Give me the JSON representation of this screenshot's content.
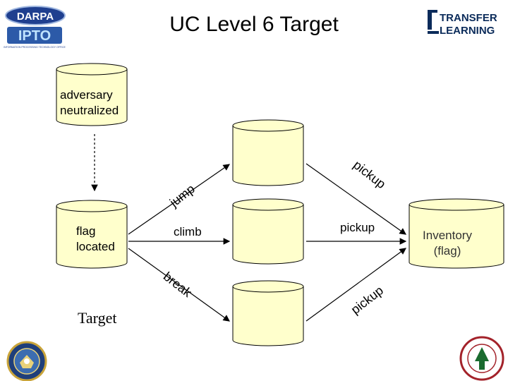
{
  "slide": {
    "title": "UC Level 6 Target",
    "logos": {
      "darpa": "DARPA",
      "ipto": "IPTO",
      "ipto_caption": "INFORMATION PROCESSING TECHNOLOGY OFFICE",
      "transfer_learning": [
        "TRANSFER",
        "LEARNING"
      ]
    }
  },
  "diagram": {
    "nodes": {
      "adversary": "adversary\nneutralized",
      "flag": "flag\nlocated",
      "inventory": "Inventory\n(flag)",
      "target_caption": "Target"
    },
    "edges": {
      "jump": "jump",
      "climb": "climb",
      "break": "break",
      "pickup_top": "pickup",
      "pickup_mid": "pickup",
      "pickup_bottom": "pickup"
    }
  },
  "colors": {
    "node_fill": "#ffffcc",
    "stroke": "#000000",
    "inventory_text": "#333333"
  }
}
